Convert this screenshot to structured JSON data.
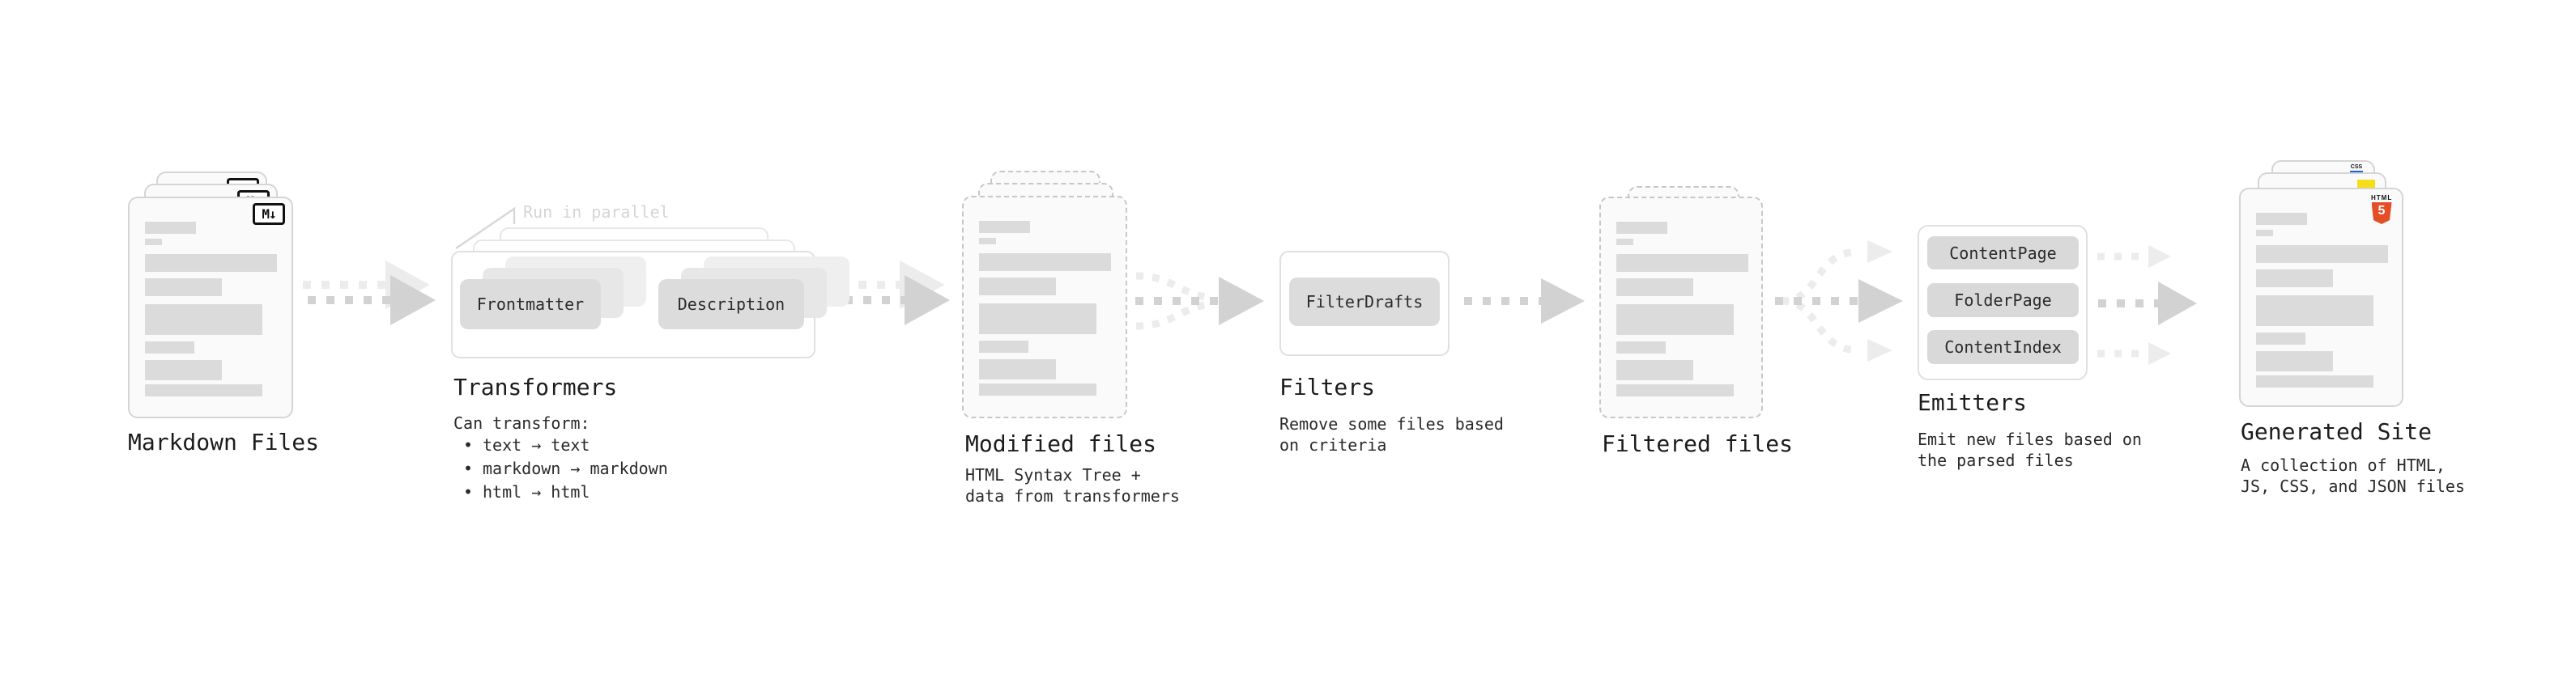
{
  "diagram": {
    "markdown": {
      "label": "Markdown Files",
      "icon_label": "M↓"
    },
    "transformers": {
      "label": "Transformers",
      "note": "Run in parallel",
      "button1": "Frontmatter",
      "button2": "Description",
      "desc_title": "Can transform:",
      "bullet": "•",
      "bullets": [
        "text → text",
        "markdown → markdown",
        "html → html"
      ]
    },
    "modified": {
      "label": "Modified files",
      "desc1": "HTML Syntax Tree +",
      "desc2": "data from transformers"
    },
    "filters": {
      "label": "Filters",
      "button": "FilterDrafts",
      "desc1": "Remove some files based",
      "desc2": "on criteria"
    },
    "filtered": {
      "label": "Filtered files"
    },
    "emitters": {
      "label": "Emitters",
      "button1": "ContentPage",
      "button2": "FolderPage",
      "button3": "ContentIndex",
      "desc1": "Emit new files based on",
      "desc2": "the parsed files"
    },
    "generated": {
      "label": "Generated Site",
      "desc1": "A collection of HTML,",
      "desc2": "JS, CSS, and JSON files",
      "html5_caption": "HTML",
      "html5_glyph": "5",
      "css_label": "CSS"
    }
  },
  "colors": {
    "html5_orange": "#e44d26",
    "js_yellow": "#f5de19",
    "css_blue": "#2160e0",
    "arrow_gray": "#d2d2d2",
    "arrow_ghost": "#ececec"
  }
}
